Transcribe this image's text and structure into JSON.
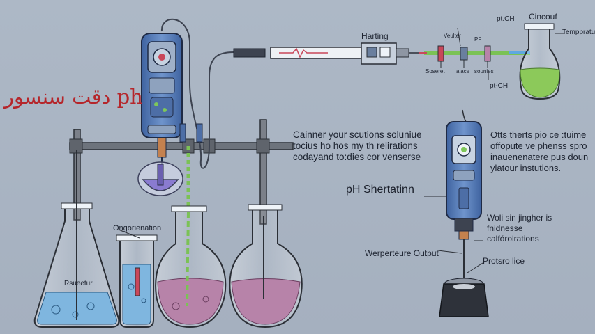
{
  "title": "ph دقت سنسور",
  "labels": {
    "charting": "Harting",
    "pt_ch": "pt.CH",
    "vewiter": "Veulter",
    "pf": "PF",
    "ciroouf": "Cincouf",
    "temppraturs": "Temppraturs",
    "sosenct": "Soseret",
    "aaee": "aiace",
    "sounies": "sounies",
    "pth_ch": "pt-CH",
    "orgorienation": "Ongorienation",
    "resuetur": "Rsueetur",
    "ph_shertatinn": "pH Shertatinn",
    "werperteure_output": "Werperteure Output",
    "protsro_lice": "Protsro lice"
  },
  "paragraph_center": [
    "Cainner your scutions soluniue",
    "tocius ho hos my th relirations",
    "codayand to:dies cor venserse"
  ],
  "paragraph_right": [
    "Otts therts pio ce :tuime",
    "offopute ve phenss spro",
    "inauenenatere pus doun",
    "ylatour instutions."
  ],
  "paragraph_probe": [
    "Woli sin jingher  is",
    "fnidnesse",
    "calfórolrations"
  ],
  "colors": {
    "background": "#a9b4c2",
    "title": "#b5262b",
    "liquid_blue": "#7fb6df",
    "liquid_pink": "#b783a9",
    "liquid_green": "#8cc95a",
    "probe_blue": "#5b7fb8"
  }
}
